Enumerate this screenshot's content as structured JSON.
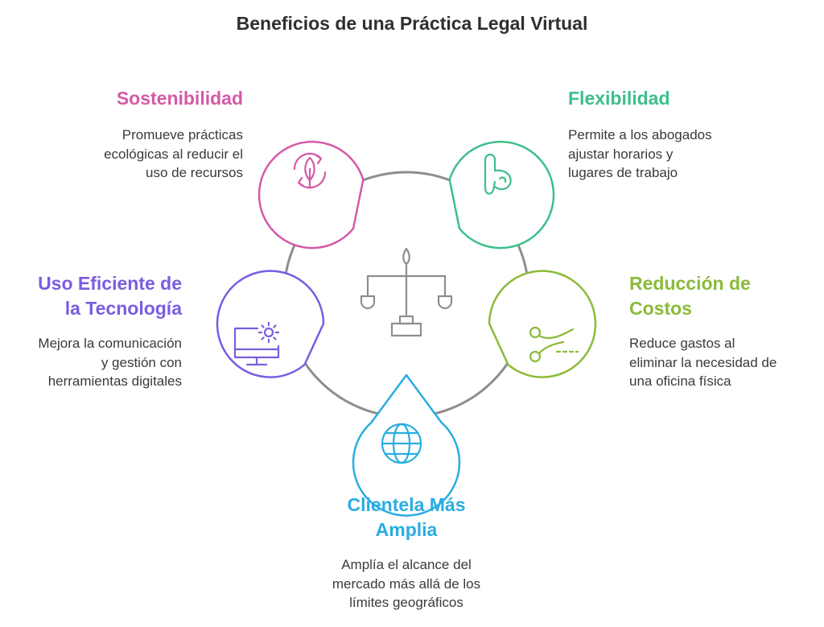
{
  "title": "Beneficios de una Práctica Legal Virtual",
  "colors": {
    "sustainability": "#d35aa8",
    "flexibility": "#3dbf8a",
    "costs": "#8cba3a",
    "clients": "#29ade0",
    "technology": "#7b5ce0",
    "ring": "#8e8e8e"
  },
  "benefits": {
    "sustainability": {
      "heading": [
        "Sostenibilidad"
      ],
      "description": [
        "Promueve prácticas",
        "ecológicas al reducir el",
        "uso de recursos"
      ],
      "icon": "recycle-leaf-icon"
    },
    "flexibility": {
      "heading": [
        "Flexibilidad"
      ],
      "description": [
        "Permite a los abogados",
        "ajustar horarios y",
        "lugares de trabajo"
      ],
      "icon": "hand-gesture-icon"
    },
    "costs": {
      "heading": [
        "Reducción de",
        "Costos"
      ],
      "description": [
        "Reduce gastos al",
        "eliminar la necesidad de",
        "una oficina física"
      ],
      "icon": "scissors-cut-icon"
    },
    "clients": {
      "heading": [
        "Clientela Más",
        "Amplia"
      ],
      "description": [
        "Amplía el alcance del",
        "mercado más allá de los",
        "límites geográficos"
      ],
      "icon": "globe-icon"
    },
    "technology": {
      "heading": [
        "Uso Eficiente de",
        "la Tecnología"
      ],
      "description": [
        "Mejora la comunicación",
        "y gestión con",
        "herramientas digitales"
      ],
      "icon": "monitor-gear-icon"
    }
  },
  "center_icon": "scales-of-justice-icon"
}
